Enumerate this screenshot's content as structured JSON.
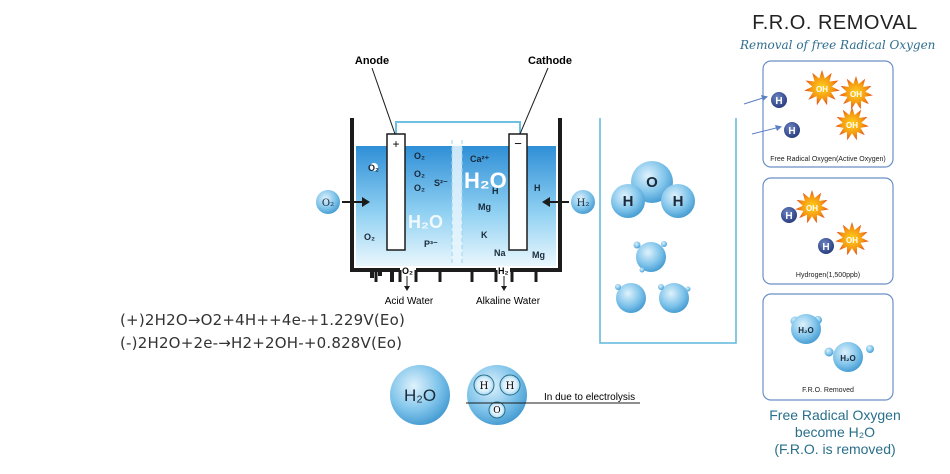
{
  "electrolysis": {
    "anode_label": "Anode",
    "cathode_label": "Cathode",
    "plus_sign": "+",
    "minus_sign": "−",
    "o2_bubble": "O₂",
    "h2_bubble": "H₂",
    "acid_water_label": "Acid Water",
    "alkaline_water_label": "Alkaline Water",
    "o2_outlet": "O₂",
    "h2_outlet": "H₂",
    "water_formula": "H₂O",
    "left_species": [
      "O₂",
      "O₂",
      "O₂",
      "O₂",
      "O₂",
      "S²⁻",
      "P³⁻"
    ],
    "right_species": [
      "Ca²⁺",
      "H",
      "Mg",
      "K",
      "Na",
      "H",
      "Mg"
    ]
  },
  "molecule": {
    "o_label": "O",
    "h_label": "H"
  },
  "equations": [
    "(+)2H2O→O2+4H++4e-+1.229V(Eo)",
    "(-)2H2O+2e-→H2+2OH-+0.828V(Eo)"
  ],
  "bottom": {
    "h2o_label": "H₂O",
    "h_label": "H",
    "o_label": "O",
    "electrolysis_note": "In due to electrolysis"
  },
  "fro": {
    "title": "F.R.O. REMOVAL",
    "subtitle": "Removal of free Radical Oxygen",
    "panel1_caption": "Free Radical Oxygen(Active Oxygen)",
    "panel2_caption": "Hydrogen(1,500ppb)",
    "panel3_caption": "F.R.O. Removed",
    "oh_label": "OH",
    "h_label": "H",
    "h2o_label": "H₂O",
    "conclusion": [
      "Free Radical Oxygen",
      "become H₂O",
      "(F.R.O.  is removed)"
    ]
  },
  "colors": {
    "accent": "#2a6f8a",
    "panel_border": "#6a8fc7",
    "water": "#7cc6ee",
    "burst": "#e63a1e"
  }
}
